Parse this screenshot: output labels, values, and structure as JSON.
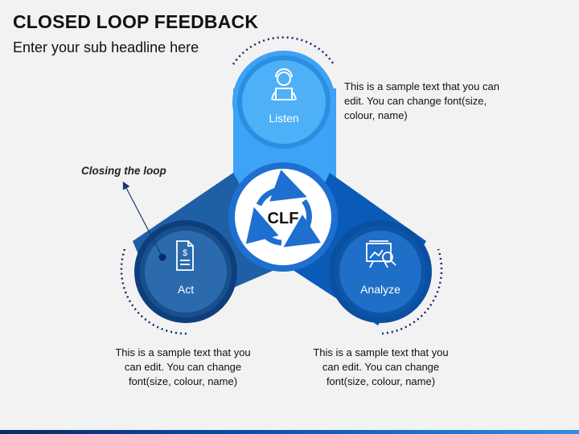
{
  "header": {
    "title": "CLOSED LOOP FEEDBACK",
    "subtitle": "Enter your sub headline here"
  },
  "diagram": {
    "center_label": "CLF",
    "nodes": [
      {
        "id": "listen",
        "label": "Listen",
        "icon": "user-laptop-icon",
        "color": "#3da3f5"
      },
      {
        "id": "act",
        "label": "Act",
        "icon": "document-dollar-icon",
        "color": "#1e5fa6"
      },
      {
        "id": "analyze",
        "label": "Analyze",
        "icon": "chart-magnifier-icon",
        "color": "#0a5bb8"
      }
    ],
    "closing_label": "Closing the loop"
  },
  "notes": {
    "listen": "This is a sample text that you can edit. You can change font(size, colour, name)",
    "act": "This is a sample text that you can edit. You can change font(size, colour, name)",
    "analyze": "This is a sample text that you can edit. You can change font(size, colour, name)"
  },
  "colors": {
    "light_blue": "#3da3f5",
    "mid_blue": "#1e5fa6",
    "dark_blue": "#0a5bb8",
    "navy": "#0b2a6b"
  }
}
